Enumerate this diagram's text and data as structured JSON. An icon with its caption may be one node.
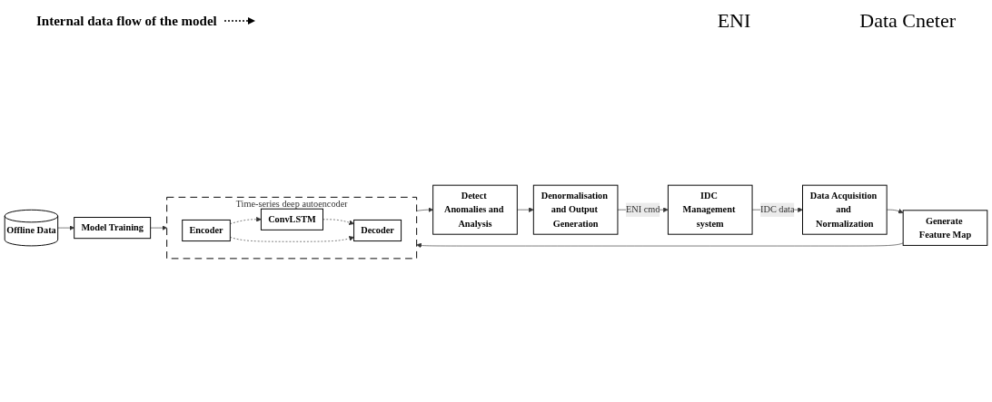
{
  "diagram": {
    "nodes": [
      {
        "text": [
          "Offline Data"
        ]
      },
      {
        "text": [
          "Model Training"
        ]
      },
      {
        "text": [
          "Generate Feature Map"
        ]
      },
      {
        "text": [
          "Data Acquisition and Normalization"
        ]
      },
      {
        "text": [
          "Time-series deep autoencoder"
        ]
      },
      {
        "text": [
          "Encoder"
        ],
        "in": 4
      },
      {
        "text": [
          "ConvLSTM"
        ],
        "in": 4
      },
      {
        "text": [
          "Decoder"
        ],
        "in": 4
      },
      {
        "text": [
          "Detect Anomalies and Analysis"
        ]
      },
      {
        "text": [
          "Denormalisation and Output Generation"
        ]
      },
      {
        "text": [
          "IDC Management system"
        ]
      }
    ],
    "edges": [
      {
        "from": 0,
        "to": 1,
        "arrow": "to"
      },
      {
        "from": 1,
        "to": 4,
        "arrow": "to"
      },
      {
        "from": 10,
        "to": 3,
        "arrow": "to",
        "label": "IDC data"
      },
      {
        "from": 3,
        "to": 2,
        "arrow": "to"
      },
      {
        "from": 2,
        "to": 4,
        "arrow": "to"
      },
      {
        "from": 5,
        "to": 6,
        "arrow": "to",
        "style": "dashed"
      },
      {
        "from": 6,
        "to": 7,
        "arrow": "to",
        "style": "dashed"
      },
      {
        "from": 5,
        "to": 7,
        "arrow": "to",
        "style": "dashed"
      },
      {
        "from": 4,
        "to": 8,
        "arrow": "to"
      },
      {
        "from": 8,
        "to": 9,
        "arrow": "to"
      },
      {
        "from": 9,
        "to": 10,
        "arrow": "to",
        "label": "ENI cmd"
      }
    ],
    "labels": [
      "ENI",
      "Data Cneter"
    ],
    "legend": [
      {
        "text": "Internal data flow of the model"
      }
    ]
  }
}
